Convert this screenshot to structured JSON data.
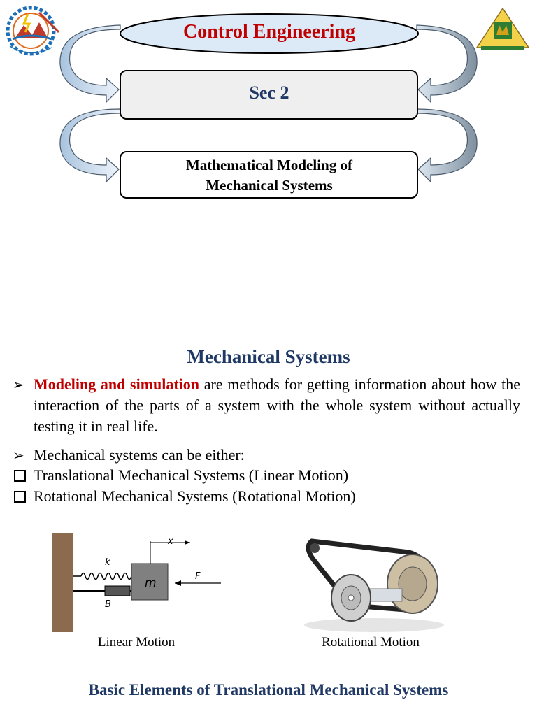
{
  "header": {
    "title": "Control Engineering",
    "section": "Sec 2",
    "topic_line1": "Mathematical Modeling of",
    "topic_line2": "Mechanical Systems",
    "colors": {
      "title_red": "#c00000",
      "navy": "#1f3864",
      "arrow_fill": "#dbe8f5",
      "oval_fill": "#dce9f6",
      "box_fill": "#efefef"
    }
  },
  "logos": {
    "left": "faculty-of-engineering-logo",
    "right": "university-logo"
  },
  "main": {
    "heading": "Mechanical Systems",
    "bullet1_highlight": "Modeling and simulation",
    "bullet1_text": " are methods for getting information about how the interaction of the parts of a system with the whole system without actually testing it in real life.",
    "bullet2": "Mechanical systems can be either:",
    "checklist": [
      "Translational Mechanical Systems (Linear Motion)",
      "Rotational Mechanical Systems (Rotational Motion)"
    ]
  },
  "figures": {
    "linear": {
      "caption": "Linear Motion",
      "labels": {
        "x": "x",
        "k": "k",
        "m": "m",
        "F": "F",
        "B": "B"
      }
    },
    "rotational": {
      "caption": "Rotational Motion"
    }
  },
  "footer": {
    "heading": "Basic Elements of Translational Mechanical Systems"
  }
}
